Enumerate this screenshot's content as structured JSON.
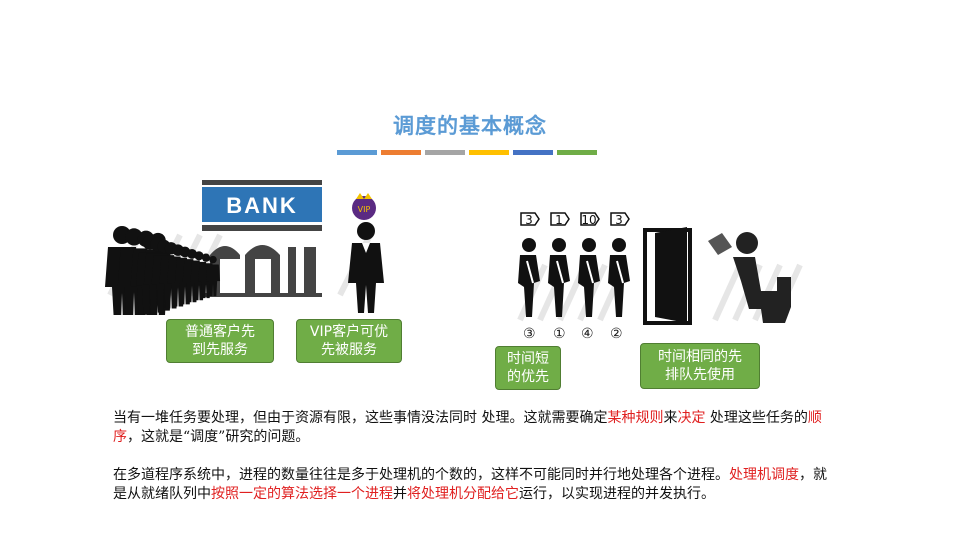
{
  "title": "调度的基本概念",
  "stripe_colors": [
    "#5b9bd5",
    "#ed7d31",
    "#a5a5a5",
    "#ffc000",
    "#4472c4",
    "#70ad47"
  ],
  "bank": {
    "sign_text": "BANK",
    "vip_badge": "VIP",
    "callout_normal": "普通客户先\n到先服务",
    "callout_vip": "VIP客户可优\n先被服务"
  },
  "queue": {
    "ticket_numbers": [
      "3",
      "1",
      "10",
      "3"
    ],
    "order_labels": [
      "③",
      "①",
      "④",
      "②"
    ],
    "callout_short": "时间短\n的优先",
    "callout_same": "时间相同的先\n排队先使用"
  },
  "paragraph1": {
    "parts": [
      {
        "text": "当有一堆任务要处理，但由于资源有限，这些事情没法同时 处理。这就需要确定",
        "red": false
      },
      {
        "text": "某种规则",
        "red": true
      },
      {
        "text": "来",
        "red": false
      },
      {
        "text": "决定",
        "red": true
      },
      {
        "text": " 处理这些任务的",
        "red": false
      },
      {
        "text": "顺序",
        "red": true
      },
      {
        "text": "，这就是“调度”研究的问题。",
        "red": false
      }
    ]
  },
  "paragraph2": {
    "parts": [
      {
        "text": "在多道程序系统中，进程的数量往往是多于处理机的个数的，这样不可能同时并行地处理各个进程。",
        "red": false
      },
      {
        "text": "处理机调度",
        "red": true
      },
      {
        "text": "，就是从就绪队列中",
        "red": false
      },
      {
        "text": "按照一定的算法选择一个进程",
        "red": true
      },
      {
        "text": "并",
        "red": false
      },
      {
        "text": "将处理机分配给它",
        "red": true
      },
      {
        "text": "运行，以实现进程的并发执行。",
        "red": false
      }
    ]
  },
  "colors": {
    "accent": "#5b9bd5",
    "callout_green": "#70ad47",
    "bank_blue": "#2e75b6",
    "emphasis_red": "#e02020"
  }
}
